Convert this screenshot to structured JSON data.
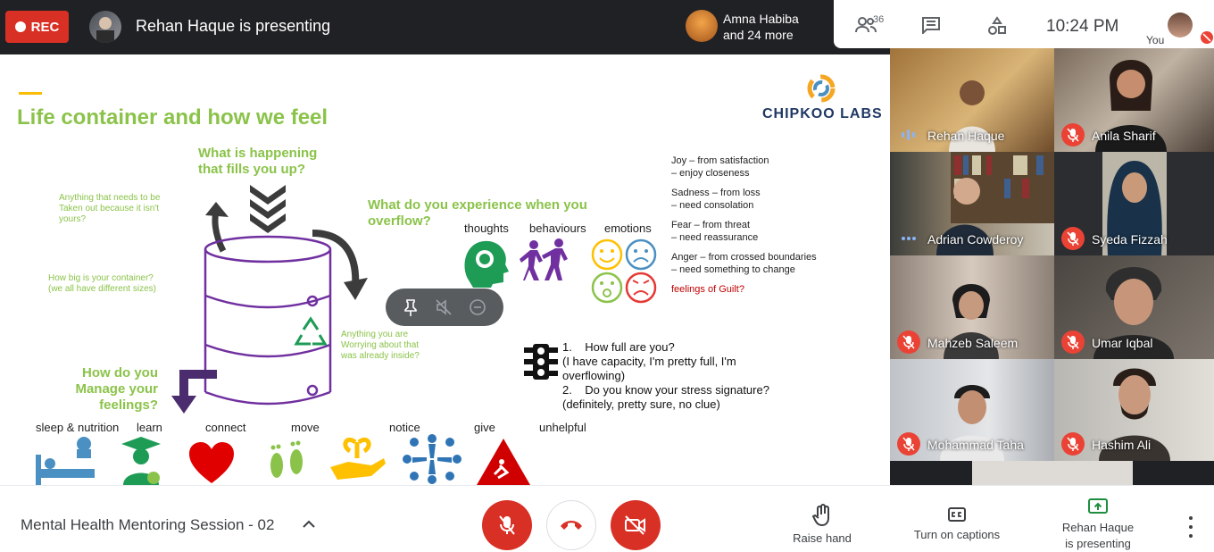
{
  "recording": {
    "label": "REC"
  },
  "presenter": {
    "name": "Rehan Haque is presenting"
  },
  "others": {
    "line1": "Amna Habiba",
    "line2": "and 24 more"
  },
  "toolbar": {
    "people_count": "36",
    "time": "10:24 PM",
    "you_label": "You"
  },
  "slide": {
    "title": "Life container and how we feel",
    "logo": "CHIPKOO LABS",
    "fills_question": [
      "What is happening",
      "that fills you up?"
    ],
    "taken_out": [
      "Anything that needs to be",
      "Taken out because it isn't",
      "yours?"
    ],
    "container_size": [
      "How big is your container?",
      "(we all have different sizes)"
    ],
    "worrying": [
      "Anything you are",
      "Worrying about that",
      "was already inside?"
    ],
    "overflow_question": [
      "What do you experience when you",
      "overflow?"
    ],
    "overflow_labels": [
      "thoughts",
      "behaviours",
      "emotions"
    ],
    "manage_question": [
      "How do you",
      "Manage your",
      "feelings?"
    ],
    "coping_labels": [
      "sleep & nutrition",
      "learn",
      "connect",
      "move",
      "notice",
      "give",
      "unhelpful"
    ],
    "emotions": [
      {
        "line1": "Joy – from satisfaction",
        "line2": "– enjoy closeness"
      },
      {
        "line1": "Sadness – from loss",
        "line2": "– need consolation"
      },
      {
        "line1": "Fear – from threat",
        "line2": "– need reassurance"
      },
      {
        "line1": "Anger – from crossed boundaries",
        "line2": "– need something to change"
      }
    ],
    "guilt": "feelings of Guilt?",
    "questions": [
      "1.    How full are you?",
      "(I have capacity, I'm pretty full, I'm",
      "overflowing)",
      "2.    Do you know your stress signature?",
      "(definitely, pretty sure, no clue)"
    ]
  },
  "participants": [
    {
      "name": "Rehan Haque",
      "status": "speaking"
    },
    {
      "name": "Anila Sharif",
      "status": "muted"
    },
    {
      "name": "Adrian Cowderoy",
      "status": "more"
    },
    {
      "name": "Syeda Fizzah",
      "status": "muted"
    },
    {
      "name": "Mahzeb Saleem",
      "status": "muted"
    },
    {
      "name": "Umar Iqbal",
      "status": "muted"
    },
    {
      "name": "Mohammad Taha",
      "status": "muted"
    },
    {
      "name": "Hashim Ali",
      "status": "muted"
    }
  ],
  "bottom": {
    "meeting_title": "Mental Health Mentoring Session - 02",
    "raise_hand": "Raise hand",
    "captions": "Turn on captions",
    "presenting_line1": "Rehan Haque",
    "presenting_line2": "is presenting"
  },
  "colors": {
    "accent_red": "#d93025",
    "slide_green": "#8bc34a",
    "slide_purple": "#7030a0"
  }
}
